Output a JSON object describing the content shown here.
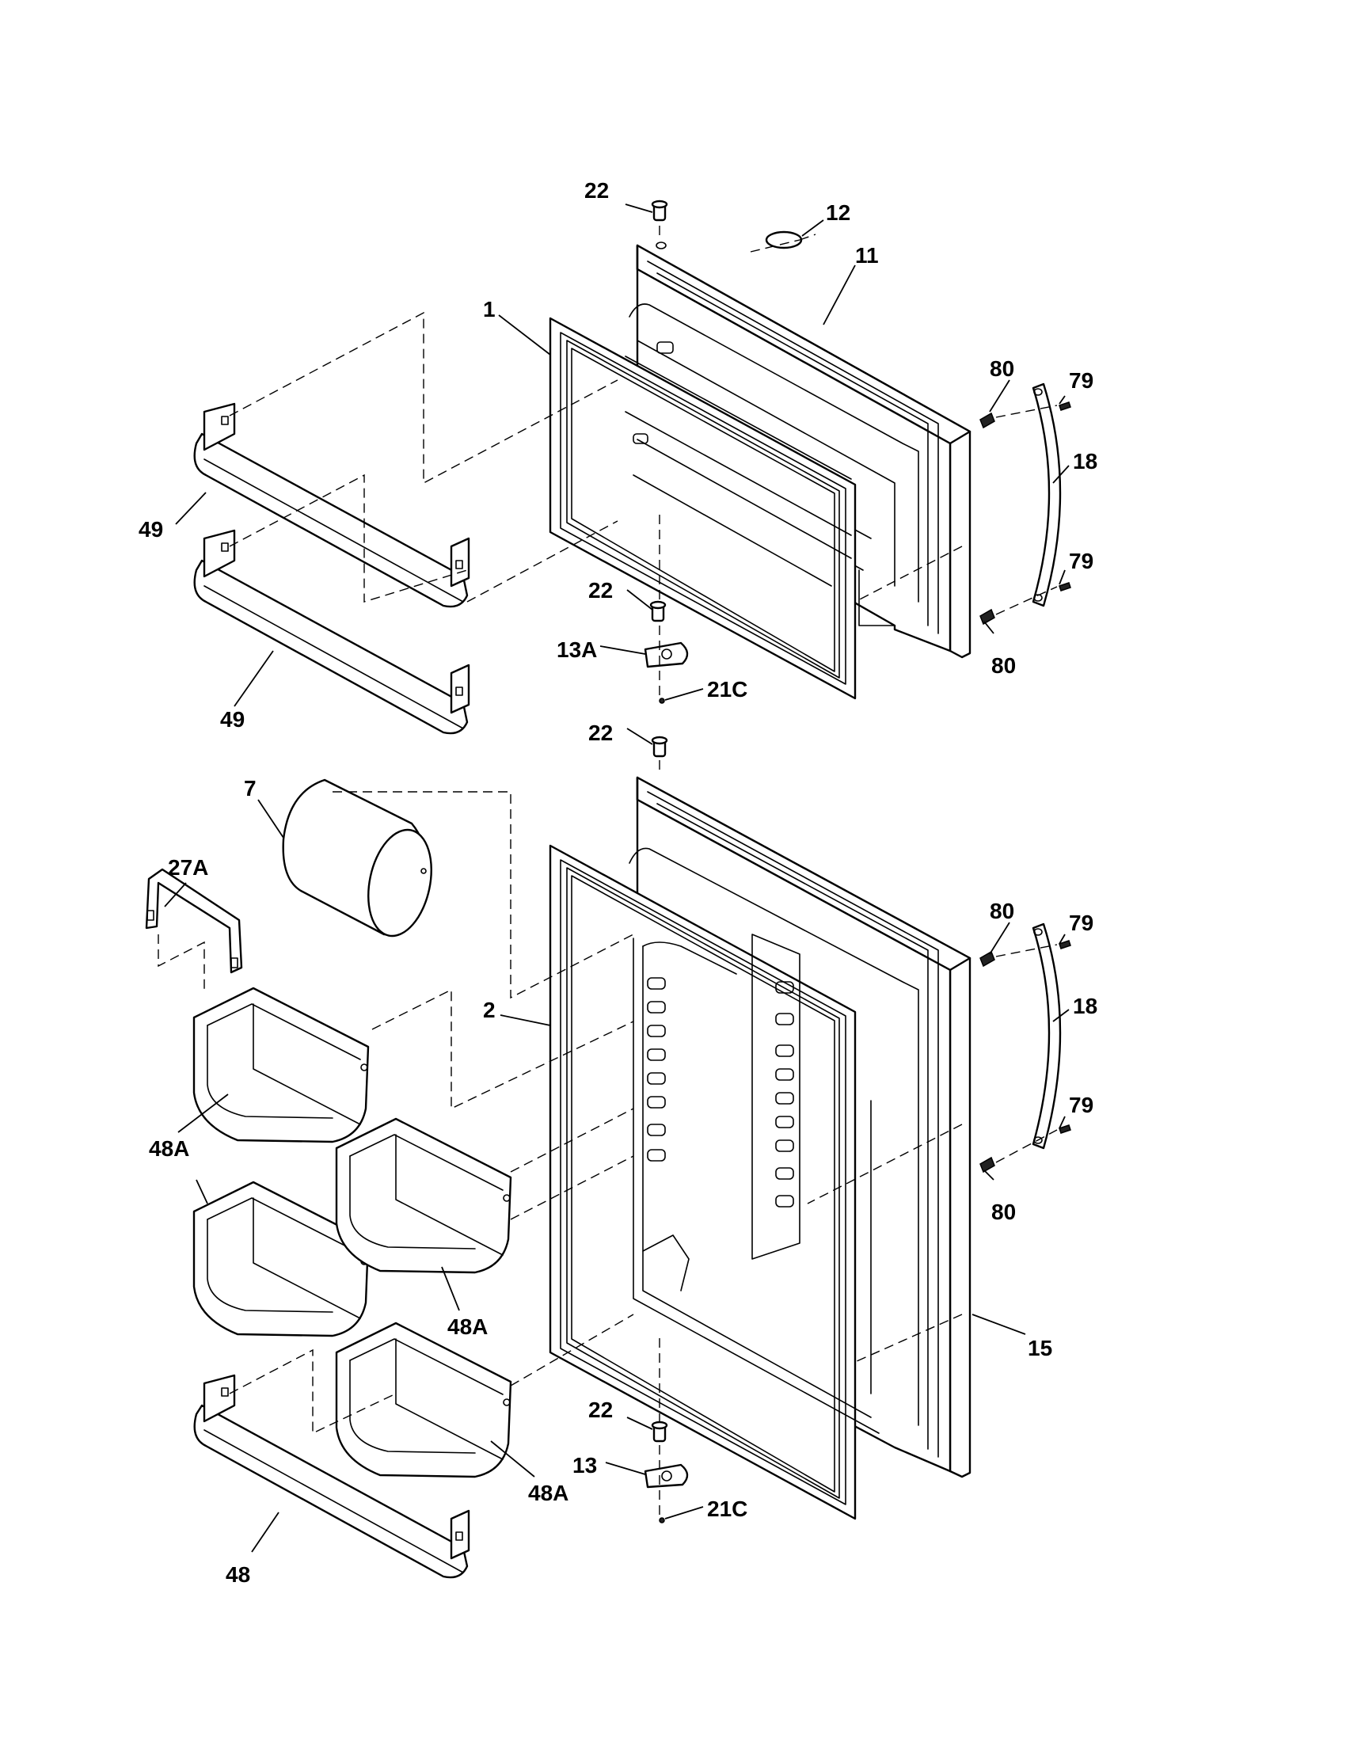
{
  "diagram": {
    "callouts": {
      "c1": "1",
      "c2": "2",
      "c7": "7",
      "c11": "11",
      "c12": "12",
      "c13": "13",
      "c13a": "13A",
      "c15": "15",
      "c18_top": "18",
      "c18_bottom": "18",
      "c21c_top": "21C",
      "c21c_bottom": "21C",
      "c22_a": "22",
      "c22_b": "22",
      "c22_c": "22",
      "c22_d": "22",
      "c27a": "27A",
      "c48": "48",
      "c48a_1": "48A",
      "c48a_2": "48A",
      "c48a_3": "48A",
      "c49_top": "49",
      "c49_bottom": "49",
      "c79_a": "79",
      "c79_b": "79",
      "c79_c": "79",
      "c79_d": "79",
      "c80_a": "80",
      "c80_b": "80",
      "c80_c": "80",
      "c80_d": "80"
    }
  }
}
